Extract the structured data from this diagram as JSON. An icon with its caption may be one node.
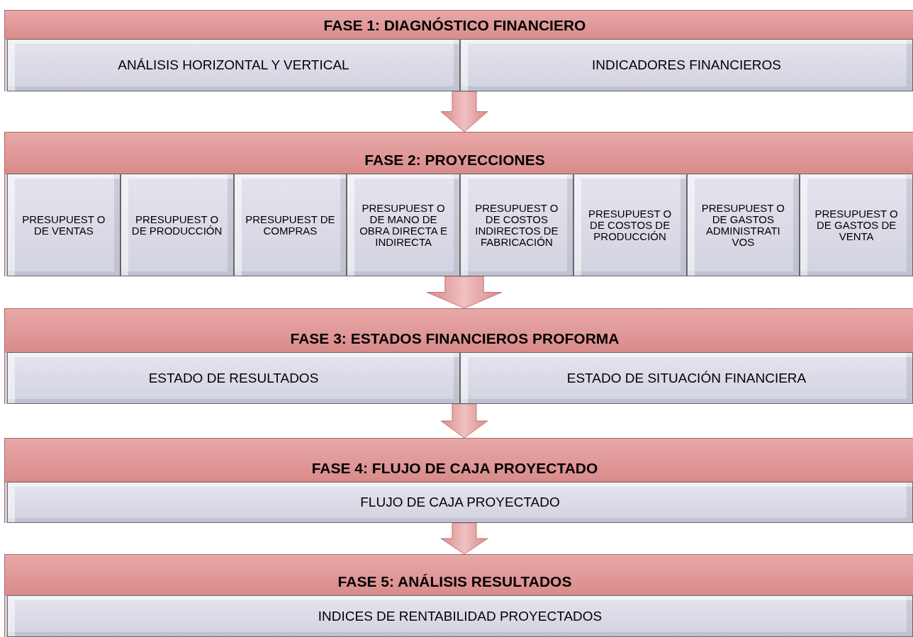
{
  "diagram": {
    "nodes": [
      {
        "text": [
          "FASE 1: DIAGNÓSTICO FINANCIERO"
        ]
      },
      {
        "text": [
          "ANÁLISIS HORIZONTAL Y VERTICAL"
        ],
        "in": 0
      },
      {
        "text": [
          "INDICADORES FINANCIEROS"
        ],
        "in": 0
      },
      {
        "text": [
          "FASE 2: PROYECCIONES"
        ]
      },
      {
        "text": [
          "PRESUPUEST O DE VENTAS"
        ],
        "in": 3
      },
      {
        "text": [
          "PRESUPUEST O DE PRODUCCIÓN"
        ],
        "in": 3
      },
      {
        "text": [
          "PRESUPUEST DE COMPRAS"
        ],
        "in": 3
      },
      {
        "text": [
          "PRESUPUEST O DE MANO DE OBRA DIRECTA E INDIRECTA"
        ],
        "in": 3
      },
      {
        "text": [
          "PRESUPUEST O DE COSTOS INDIRECTOS DE FABRICACIÓN"
        ],
        "in": 3
      },
      {
        "text": [
          "PRESUPUEST O DE COSTOS DE PRODUCCIÓN"
        ],
        "in": 3
      },
      {
        "text": [
          "PRESUPUEST O DE GASTOS ADMINISTRATI VOS"
        ],
        "in": 3
      },
      {
        "text": [
          "PRESUPUEST O DE GASTOS DE VENTA"
        ],
        "in": 3
      },
      {
        "text": [
          "FASE 3: ESTADOS FINANCIEROS PROFORMA"
        ]
      },
      {
        "text": [
          "ESTADO DE RESULTADOS"
        ],
        "in": 12
      },
      {
        "text": [
          "ESTADO DE SITUACIÓN FINANCIERA"
        ],
        "in": 12
      },
      {
        "text": [
          "FASE 4: FLUJO DE CAJA PROYECTADO"
        ]
      },
      {
        "text": [
          "FLUJO DE CAJA PROYECTADO"
        ],
        "in": 15
      },
      {
        "text": [
          "FASE 5: ANÁLISIS RESULTADOS"
        ]
      },
      {
        "text": [
          "INDICES DE RENTABILIDAD PROYECTADOS"
        ],
        "in": 17
      }
    ],
    "edges": [
      {
        "from": 0,
        "to": 3,
        "arrow": "to"
      },
      {
        "from": 3,
        "to": 12,
        "arrow": "to",
        "style": "thick"
      },
      {
        "from": 12,
        "to": 15,
        "arrow": "to"
      },
      {
        "from": 15,
        "to": 17,
        "arrow": "to"
      }
    ]
  }
}
